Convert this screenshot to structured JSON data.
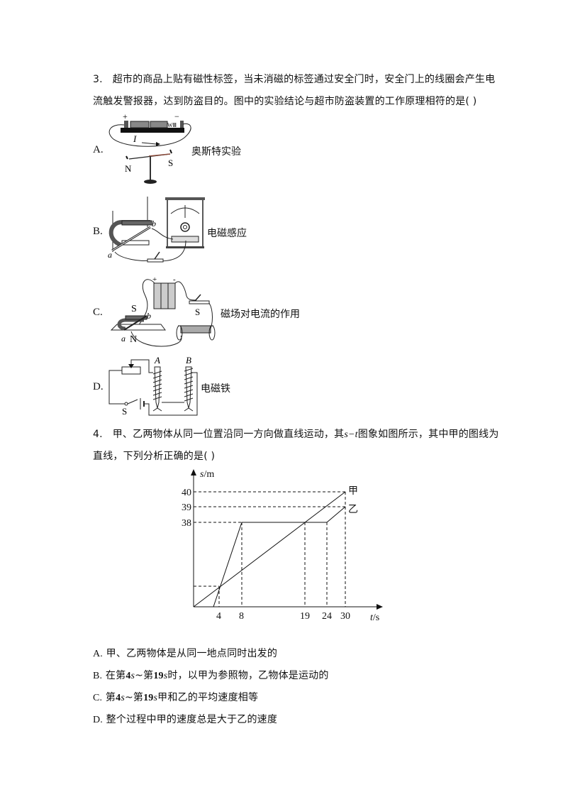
{
  "q3": {
    "number": "3.",
    "line1": "超市的商品上贴有磁性标签，当未消磁的标签通过安全门时，安全门上的线圈会产生电",
    "line2": "流触发警报器，达到防盗目的。图中的实验结论与超市防盗装置的工作原理相符的是(   )",
    "options": [
      {
        "label": "A.",
        "caption": "奥斯特实验",
        "figure": {
          "current": "I",
          "plus": "+",
          "minus": "−",
          "n": "N",
          "s": "S"
        }
      },
      {
        "label": "B.",
        "caption": "电磁感应",
        "figure": {
          "a": "a",
          "b": "b"
        }
      },
      {
        "label": "C.",
        "caption": "磁场对电流的作用",
        "figure": {
          "plus": "+",
          "minus": "-",
          "s_magnet": "S",
          "n_magnet": "N",
          "a": "a",
          "b": "b",
          "switch": "S"
        }
      },
      {
        "label": "D.",
        "caption": "电磁铁",
        "figure": {
          "A": "A",
          "B": "B",
          "switch": "S"
        }
      }
    ]
  },
  "q4": {
    "number": "4.",
    "line1_a": "甲、乙两物体从同一位置沿同一方向做直线运动，其",
    "line1_var": "s−t",
    "line1_b": "图象如图所示，其中甲的图线为",
    "line2": "直线，下列分析正确的是(   )",
    "options": [
      {
        "label": "A.",
        "text": "甲、乙两物体是从同一地点同时出发的"
      },
      {
        "label": "B.",
        "pre": "在第",
        "n1": "4",
        "u1": "s",
        "mid": "~第",
        "n2": "19",
        "u2": "s",
        "post": "时，以甲为参照物，乙物体是运动的"
      },
      {
        "label": "C.",
        "pre": "第",
        "n1": "4",
        "u1": "s",
        "mid": "~第",
        "n2": "19",
        "u2": "s",
        "post": "甲和乙的平均速度相等"
      },
      {
        "label": "D.",
        "text": "整个过程中甲的速度总是大于乙的速度"
      }
    ]
  },
  "chart_data": {
    "type": "line",
    "title": "",
    "xlabel": "t/s",
    "ylabel": "s/m",
    "x_ticks": [
      4,
      8,
      19,
      24,
      30
    ],
    "y_ticks": [
      38,
      39,
      40
    ],
    "grid": false,
    "dashed_guides": true,
    "series": [
      {
        "name": "甲",
        "x": [
          0,
          30
        ],
        "y": [
          0,
          40
        ]
      },
      {
        "name": "乙",
        "x": [
          3,
          8,
          24,
          30
        ],
        "y": [
          0,
          38,
          38,
          39
        ]
      }
    ],
    "annotations": [
      "甲",
      "乙"
    ],
    "xlim": [
      0,
      32
    ],
    "ylim": [
      0,
      42
    ]
  }
}
